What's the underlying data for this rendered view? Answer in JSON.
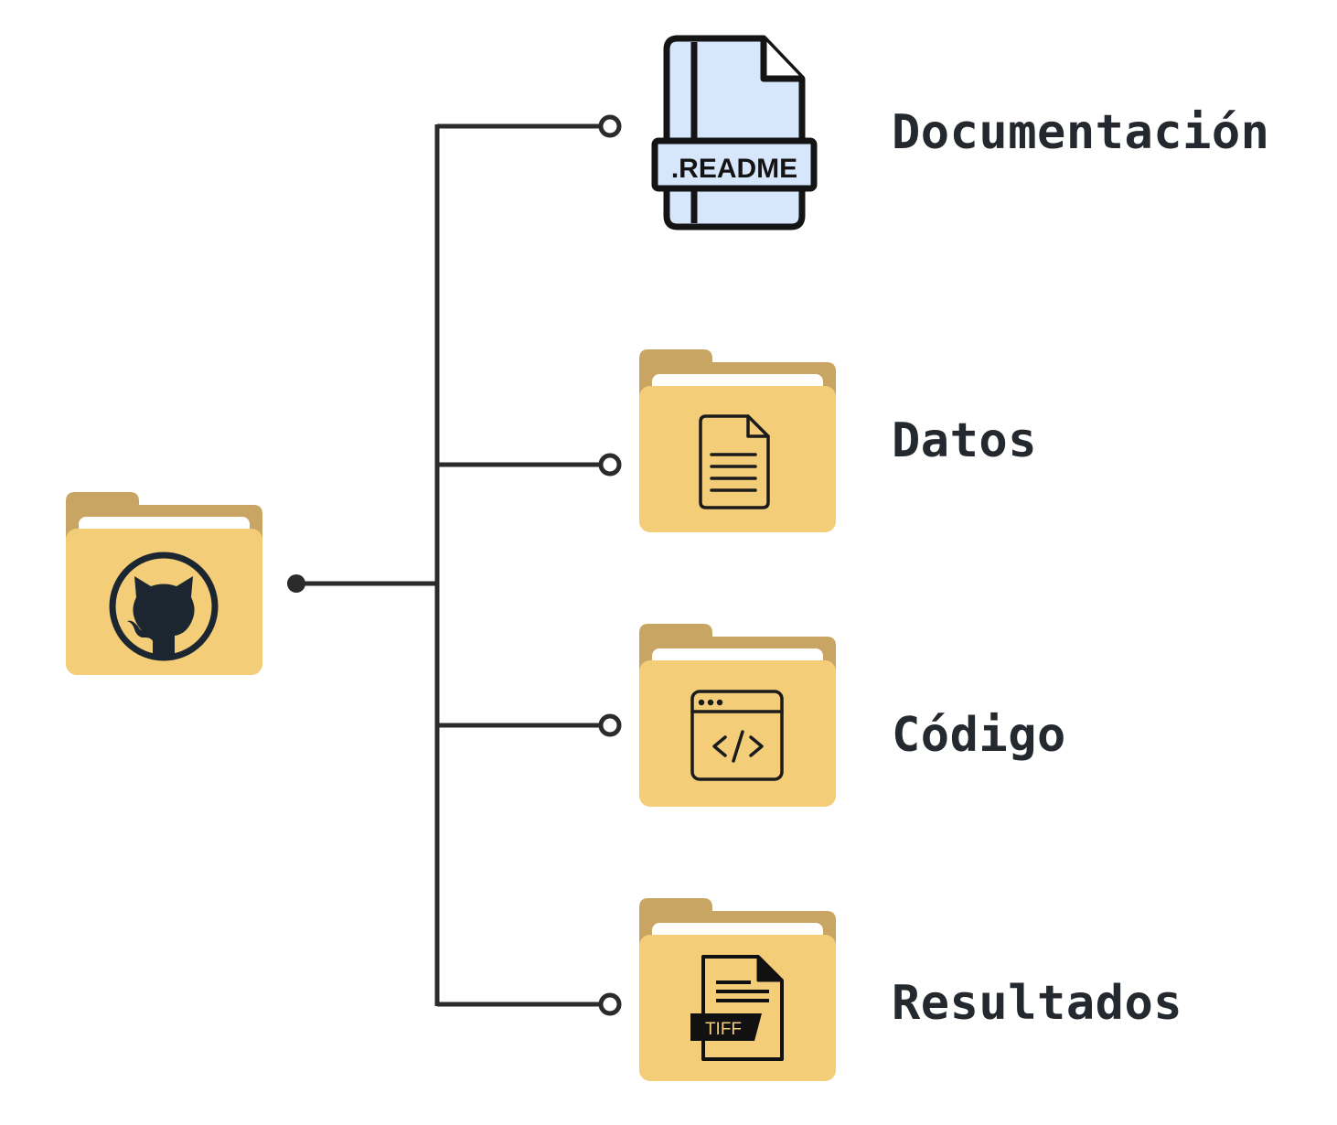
{
  "colors": {
    "folder_back": "#c8a562",
    "folder_front": "#f4cd79",
    "folder_paper": "#ffffff",
    "line": "#2b2b2b",
    "icon_dark": "#1b2631",
    "readme_fill": "#d6e6fb",
    "readme_stroke": "#141414",
    "text": "#24292f"
  },
  "root": {
    "icon": "github-folder-icon"
  },
  "branches": [
    {
      "label": "Documentación",
      "icon": "readme-file-icon",
      "icon_text": ".README"
    },
    {
      "label": "Datos",
      "icon": "document-file-icon"
    },
    {
      "label": "Código",
      "icon": "code-window-icon"
    },
    {
      "label": "Resultados",
      "icon": "tiff-file-icon",
      "icon_text": "TIFF"
    }
  ]
}
